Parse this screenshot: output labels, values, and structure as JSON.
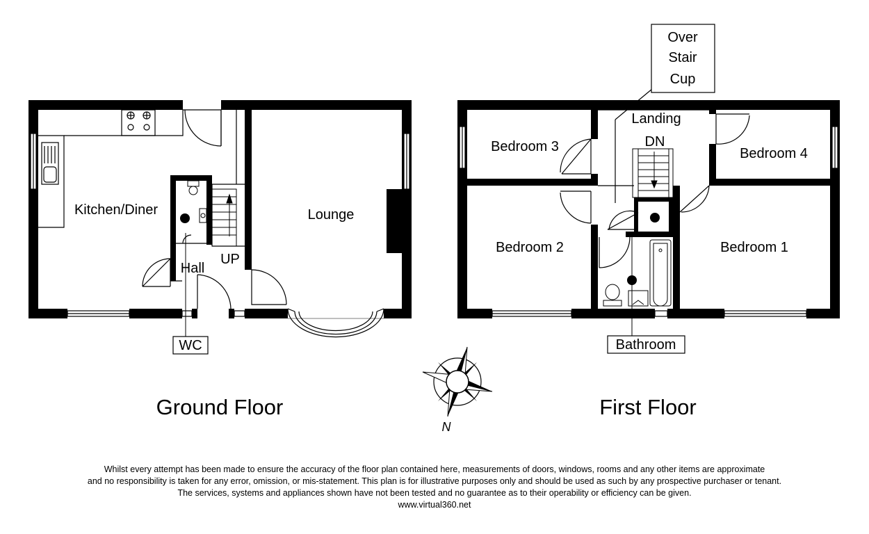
{
  "ground_floor": {
    "title": "Ground Floor",
    "rooms": {
      "kitchen": "Kitchen/Diner",
      "lounge": "Lounge",
      "hall": "Hall",
      "stairs": "UP",
      "wc": "WC"
    }
  },
  "first_floor": {
    "title": "First Floor",
    "rooms": {
      "bedroom1": "Bedroom 1",
      "bedroom2": "Bedroom 2",
      "bedroom3": "Bedroom 3",
      "bedroom4": "Bedroom 4",
      "landing": "Landing",
      "stairs": "DN",
      "bathroom": "Bathroom",
      "cupboard_line1": "Over",
      "cupboard_line2": "Stair",
      "cupboard_line3": "Cup"
    }
  },
  "compass": {
    "north_label": "N"
  },
  "disclaimer": {
    "line1": "Whilst every attempt has been made to ensure the accuracy of the floor plan contained here, measurements of doors, windows, rooms and any other items are approximate",
    "line2": "and no responsibility is taken for any error, omission, or mis-statement. This plan is for illustrative purposes only and should be used as such by any prospective purchaser or tenant.",
    "line3": "The services, systems and appliances shown have not been tested and no guarantee as to their operability or efficiency can be given.",
    "website": "www.virtual360.net"
  }
}
